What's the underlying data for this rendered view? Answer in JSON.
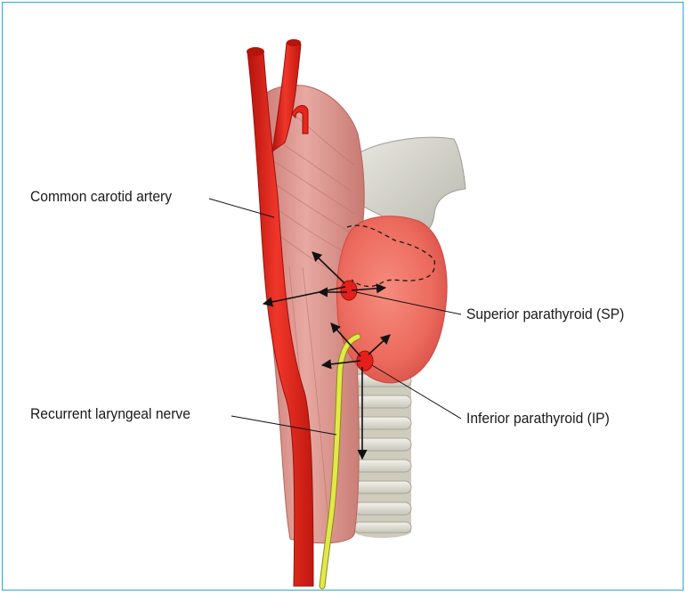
{
  "labels": {
    "common_carotid_artery": "Common carotid artery",
    "recurrent_laryngeal_nerve": "Recurrent laryngeal nerve",
    "superior_parathyroid": "Superior parathyroid (SP)",
    "inferior_parathyroid": "Inferior parathyroid (IP)"
  },
  "colors": {
    "frame": "#2aa7d9",
    "artery": "#e8261c",
    "muscle": "#d9908a",
    "thyroid": "#ee6e62",
    "parathyroid": "#e3201b",
    "nerve": "#dde43a",
    "trachea": "#d8d2c4",
    "cartilage": "#d5d4cc",
    "arrow": "#111111"
  }
}
